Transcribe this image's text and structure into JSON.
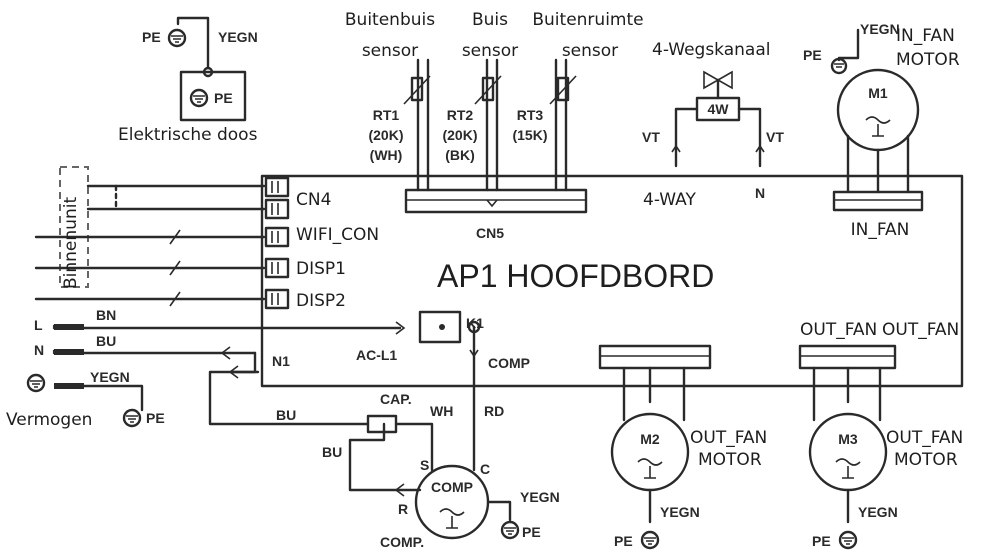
{
  "diagram": {
    "title": "AP1 HOOFDBORD",
    "box_label": "Elektrische doos",
    "indoor_unit": "Binnenunit",
    "power": "Vermogen",
    "sensors": {
      "outer_tube": [
        "Buitenbuis",
        "sensor"
      ],
      "tube": [
        "Buis",
        "sensor"
      ],
      "outdoor_room": [
        "Buitenruimte",
        "sensor"
      ],
      "rt1": [
        "RT1",
        "(20K)",
        "(WH)"
      ],
      "rt2": [
        "RT2",
        "(20K)",
        "(BK)"
      ],
      "rt3": [
        "RT3",
        "(15K)"
      ]
    },
    "four_way": {
      "label": "4-Wegskanaal",
      "valve": "4W",
      "vt_left": "VT",
      "vt_right": "VT",
      "n": "N",
      "port": "4-WAY"
    },
    "connectors": {
      "cn4": "CN4",
      "wifi": "WIFI_CON",
      "disp1": "DISP1",
      "disp2": "DISP2",
      "cn5": "CN5",
      "in_fan": "IN_FAN",
      "out_fan_a": "OUT_FAN",
      "out_fan_b": "OUT_FAN",
      "k1": "K1",
      "ac_l1": "AC-L1",
      "n1": "N1",
      "comp": "COMP"
    },
    "wires": {
      "bn": "BN",
      "bu": "BU",
      "bu2": "BU",
      "bu3": "BU",
      "yegn": "YEGN",
      "yegn_top": "YEGN",
      "yegn_fan": "YEGN",
      "yegn_comp": "YEGN",
      "yegn_m2": "YEGN",
      "yegn_m3": "YEGN",
      "wh": "WH",
      "rd": "RD",
      "l": "L",
      "n": "N"
    },
    "pe": {
      "top": "PE",
      "box": "PE",
      "fan": "PE",
      "power": "PE",
      "comp": "PE",
      "m2": "PE",
      "m3": "PE"
    },
    "motors": {
      "in_fan_label": [
        "IN_FAN",
        "MOTOR"
      ],
      "m1": "M1",
      "m2": "M2",
      "m3": "M3",
      "out_fan_m2": [
        "OUT_FAN",
        "MOTOR"
      ],
      "out_fan_m3": [
        "OUT_FAN",
        "MOTOR"
      ]
    },
    "compressor": {
      "comp": "COMP",
      "cap": "CAP.",
      "s": "S",
      "r": "R",
      "c": "C",
      "comp_label": "COMP."
    }
  }
}
